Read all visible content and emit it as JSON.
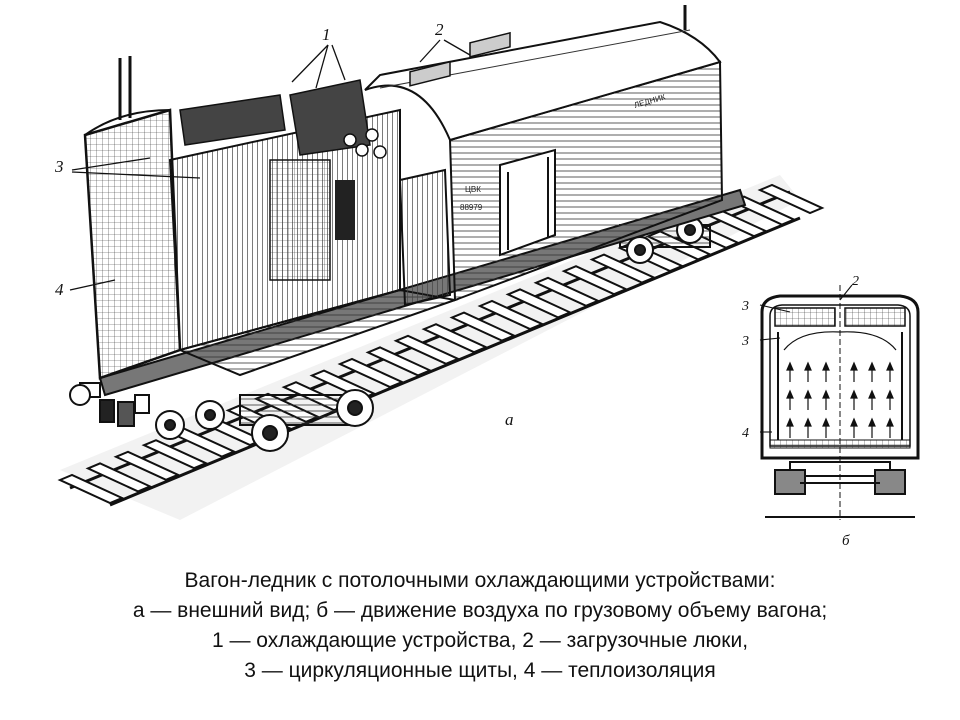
{
  "figure": {
    "view_a_letter": "а",
    "view_b_letter": "б",
    "car_labels": [
      "1",
      "2",
      "3",
      "4"
    ],
    "section_labels": [
      "2",
      "3",
      "3",
      "4"
    ],
    "car_lettering": [
      "ЦВК",
      "88979",
      "ЛЕДНИК"
    ]
  },
  "caption": {
    "line1": "Вагон-ледник с потолочными охлаждающими устройствами:",
    "line2": "а — внешний вид; б — движение воздуха по грузовому объему вагона;",
    "line3": "1 — охлаждающие устройства, 2 — загрузочные люки,",
    "line4": "3 — циркуляционные щиты,  4 — теплоизоляция"
  }
}
